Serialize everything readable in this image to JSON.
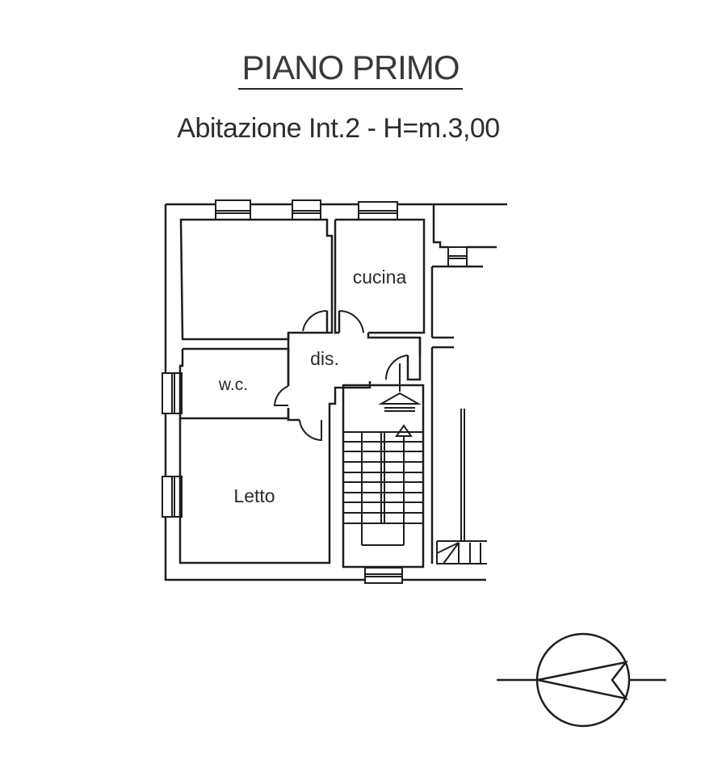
{
  "header": {
    "title": "PIANO PRIMO",
    "subtitle": "Abitazione Int.2 - H=m.3,00"
  },
  "rooms": [
    {
      "id": "cucina",
      "label": "cucina"
    },
    {
      "id": "dis",
      "label": "dis."
    },
    {
      "id": "wc",
      "label": "w.c."
    },
    {
      "id": "letto",
      "label": "Letto"
    },
    {
      "id": "soggiorno",
      "label": ""
    }
  ],
  "symbols": {
    "north_arrow": "compass-arrow-icon",
    "stairs": "staircase-icon"
  },
  "colors": {
    "line": "#1e1e1e",
    "background": "#ffffff",
    "text": "#2a2a2a"
  }
}
